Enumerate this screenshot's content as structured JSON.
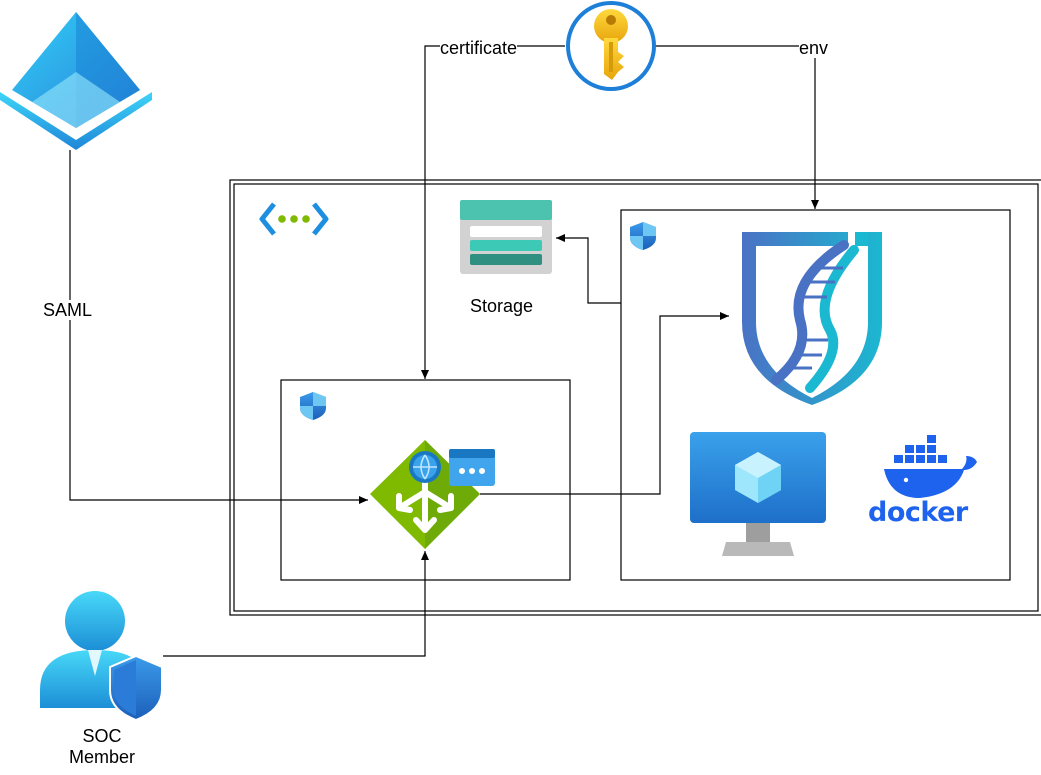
{
  "labels": {
    "certificate": "certificate",
    "env": "env",
    "saml": "SAML",
    "storage": "Storage",
    "soc_member_line1": "SOC",
    "soc_member_line2": "Member",
    "docker": "docker"
  },
  "colors": {
    "line": "#000000",
    "azure_blue": "#50A5E6",
    "keyvault_gold": "#F7C21B",
    "gateway_green": "#7FBA00",
    "storage_teal": "#3CC9B6",
    "dna_blue": "#4A72C4",
    "dna_teal": "#1BB8D1",
    "vm_blue": "#2A86DA",
    "docker_blue": "#1D63ED"
  },
  "icons": [
    "entra-id-icon",
    "key-vault-icon",
    "virtual-network-icon",
    "storage-account-icon",
    "nsg-shield-icon",
    "application-gateway-icon",
    "dna-shield-app-icon",
    "virtual-machine-icon",
    "docker-icon",
    "soc-user-icon"
  ]
}
